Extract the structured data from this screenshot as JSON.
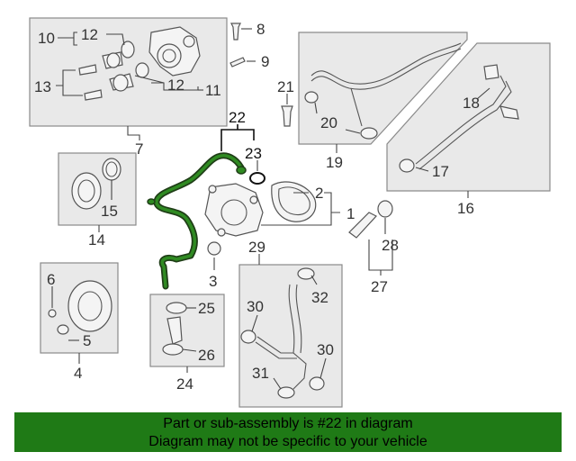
{
  "callouts": {
    "c1": "1",
    "c2": "2",
    "c3": "3",
    "c4": "4",
    "c5": "5",
    "c6": "6",
    "c7": "7",
    "c8": "8",
    "c9": "9",
    "c10": "10",
    "c11": "11",
    "c12a": "12",
    "c12b": "12",
    "c13": "13",
    "c14": "14",
    "c15": "15",
    "c16": "16",
    "c17": "17",
    "c18": "18",
    "c19": "19",
    "c20": "20",
    "c21": "21",
    "c22": "22",
    "c23": "23",
    "c24": "24",
    "c25": "25",
    "c26": "26",
    "c27": "27",
    "c28": "28",
    "c29": "29",
    "c30a": "30",
    "c30b": "30",
    "c31": "31",
    "c32": "32"
  },
  "banner": {
    "line1": "Part or sub-assembly is #22 in diagram",
    "line2": "Diagram may not be specific to your vehicle"
  },
  "colors": {
    "highlight": "#1f6b1a",
    "banner": "#1f7a16"
  }
}
